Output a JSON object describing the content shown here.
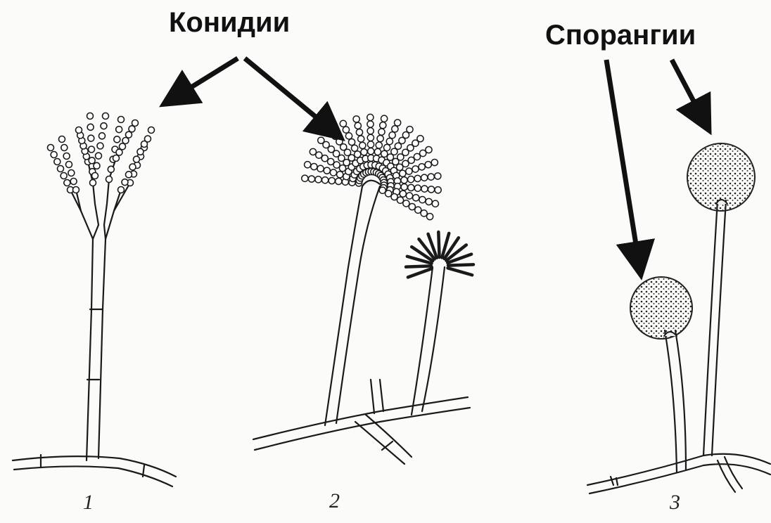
{
  "labels": {
    "conidia": "Конидии",
    "sporangia": "Спорангии"
  },
  "figure_numbers": [
    "1",
    "2",
    "3"
  ],
  "colors": {
    "ink": "#1a1a1a",
    "paper": "#fbfbfa"
  }
}
